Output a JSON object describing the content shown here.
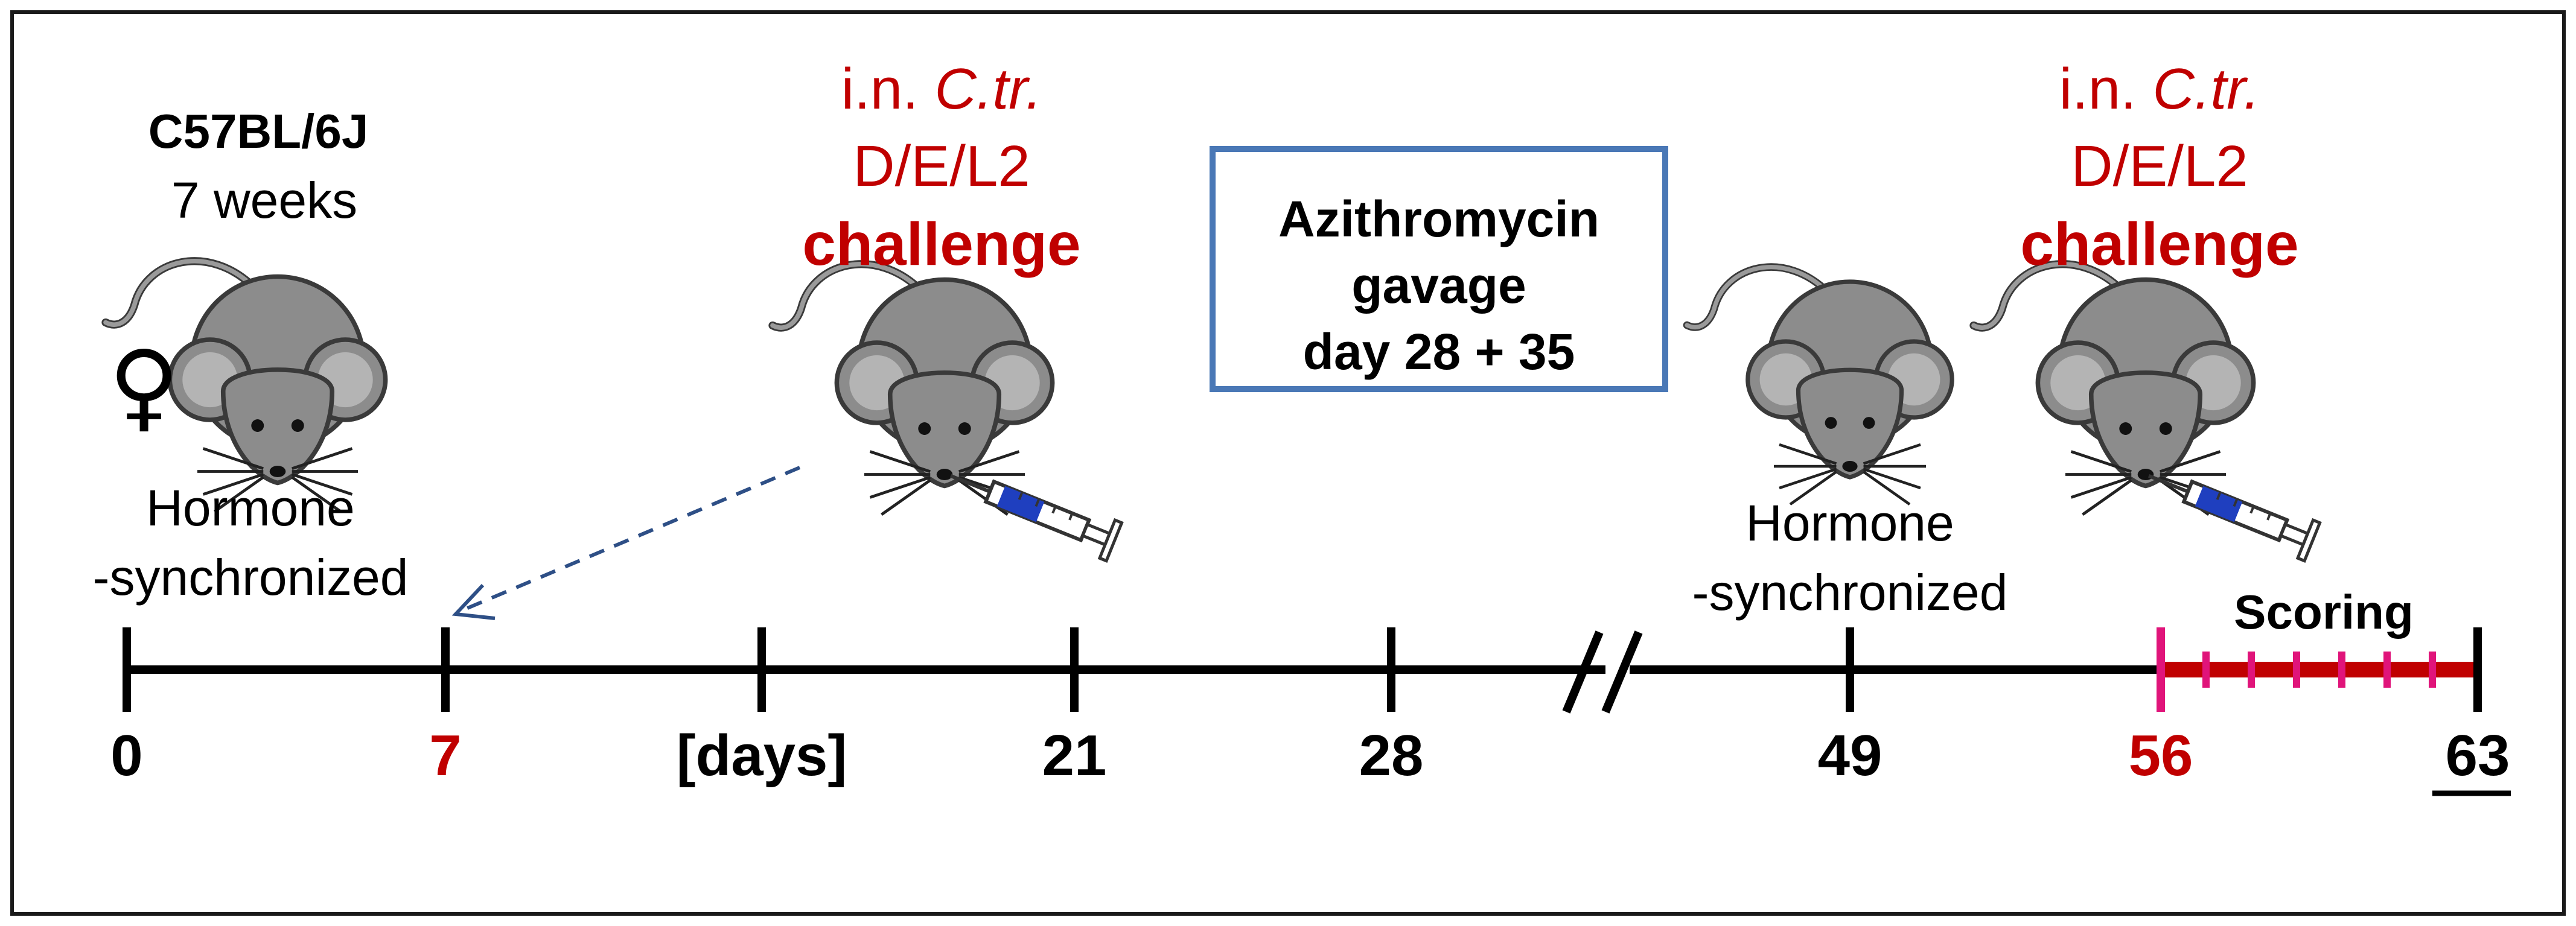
{
  "mouse_c57": {
    "strain": "C57BL/6J",
    "age": "7 weeks",
    "sex_symbol": "♀"
  },
  "labels": {
    "hormone_1_line1": "Hormone",
    "hormone_1_line2": "-synchronized",
    "hormone_2_line1": "Hormone",
    "hormone_2_line2": "-synchronized",
    "scoring": "Scoring"
  },
  "challenge_1": {
    "prefix": "i.n. ",
    "organism": "C.tr.",
    "serovar": "D/E/L2",
    "word": "challenge"
  },
  "challenge_2": {
    "prefix": "i.n. ",
    "organism": "C.tr.",
    "serovar": "D/E/L2",
    "word": "challenge"
  },
  "treatment_box": {
    "line1": "Azithromycin",
    "line2": "gavage",
    "line3": "day 28 + 35"
  },
  "timeline": {
    "ticks": [
      {
        "label": "0",
        "color": "#000000",
        "underline": false
      },
      {
        "label": "7",
        "color": "#c00000",
        "underline": false
      },
      {
        "label": "[days]",
        "color": "#000000",
        "underline": false
      },
      {
        "label": "21",
        "color": "#000000",
        "underline": false
      },
      {
        "label": "28",
        "color": "#000000",
        "underline": false
      },
      {
        "label": "49",
        "color": "#000000",
        "underline": false
      },
      {
        "label": "56",
        "color": "#c00000",
        "underline": false
      },
      {
        "label": "63",
        "color": "#000000",
        "underline": true
      }
    ]
  },
  "colors": {
    "red": "#c00000",
    "scoring_bar": "#c00000",
    "scoring_ticks": "#e0147a",
    "box_border": "#4a78b6",
    "arrow": "#2e4f86",
    "mouse_fill": "#8c8c8c",
    "syringe_blue": "#1f3fbf"
  }
}
